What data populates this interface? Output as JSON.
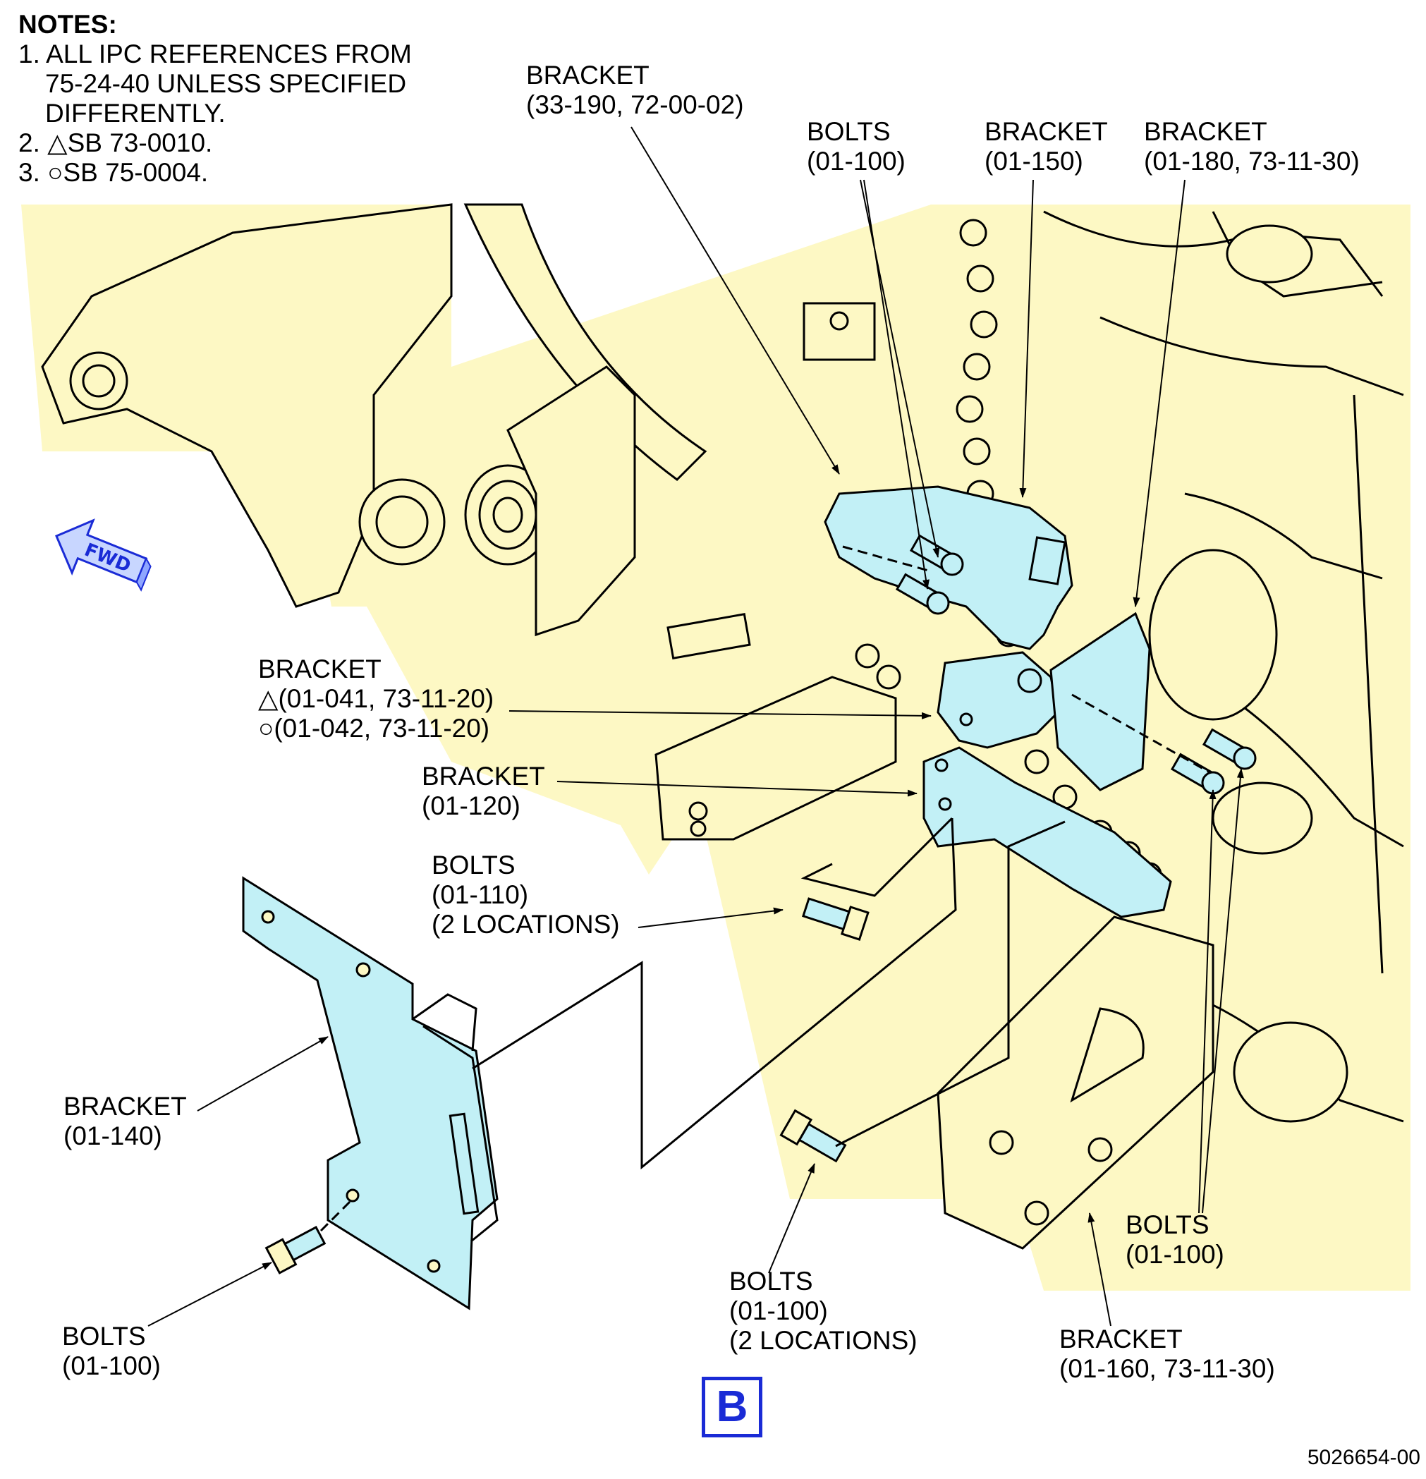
{
  "notes": {
    "heading": "NOTES:",
    "items": [
      "1. ALL IPC REFERENCES FROM",
      "75-24-40 UNLESS SPECIFIED",
      "DIFFERENTLY.",
      "2. △SB 73-0010.",
      "3. ○SB 75-0004."
    ]
  },
  "callouts": {
    "bracket_33_190": [
      "BRACKET",
      "(33-190, 72-00-02)"
    ],
    "bolts_top": [
      "BOLTS",
      "(01-100)"
    ],
    "bracket_01_150": [
      "BRACKET",
      "(01-150)"
    ],
    "bracket_01_180": [
      "BRACKET",
      "(01-180, 73-11-30)"
    ],
    "bracket_01_041": [
      "BRACKET",
      "△(01-041, 73-11-20)",
      "○(01-042, 73-11-20)"
    ],
    "bracket_01_120": [
      "BRACKET",
      "(01-120)"
    ],
    "bolts_01_110": [
      "BOLTS",
      "(01-110)",
      "(2 LOCATIONS)"
    ],
    "bracket_01_140": [
      "BRACKET",
      "(01-140)"
    ],
    "bolts_bottom_left": [
      "BOLTS",
      "(01-100)"
    ],
    "bolts_bottom_mid": [
      "BOLTS",
      "(01-100)",
      "(2 LOCATIONS)"
    ],
    "bolts_right": [
      "BOLTS",
      "(01-100)"
    ],
    "bracket_01_160": [
      "BRACKET",
      "(01-160, 73-11-30)"
    ]
  },
  "fwd_arrow": "FWD",
  "view_label": "B",
  "drawing_number": "5026654-00",
  "colors": {
    "engine_fill": "#fdf8c4",
    "bracket_fill": "#c2f0f6",
    "line": "#000000",
    "accent_blue": "#1a2bd6"
  }
}
